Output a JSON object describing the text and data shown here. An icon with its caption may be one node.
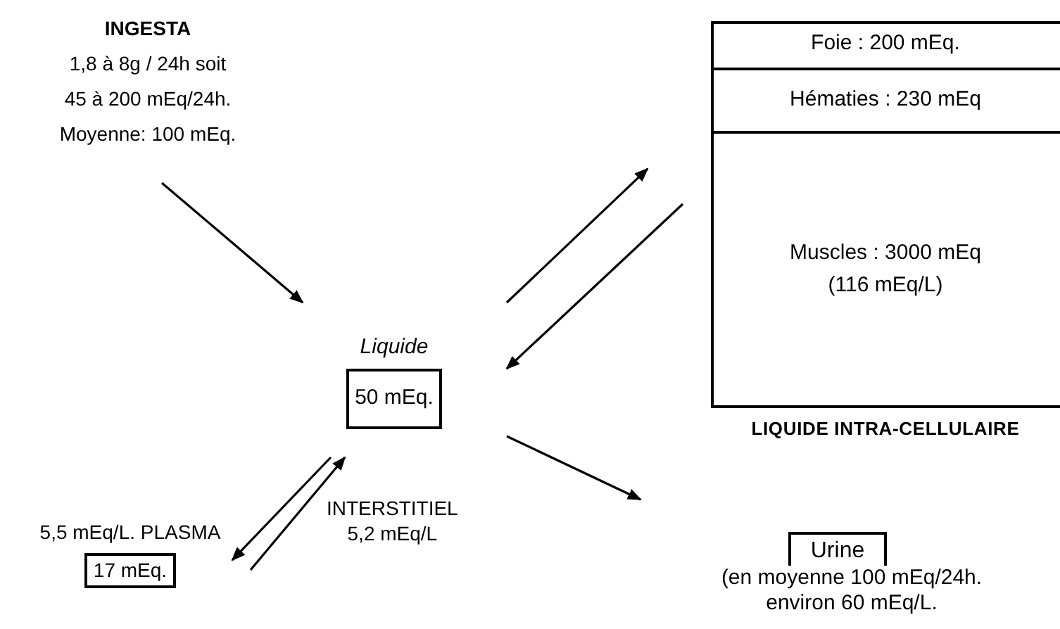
{
  "diagram": {
    "nodes": [
      {
        "text": [
          "INGESTA",
          "1,8 à 8g / 24h soit",
          "45 à 200 mEq/24h.",
          "Moyenne: 100 mEq."
        ]
      },
      {
        "text": [
          "Liquide",
          "50 mEq."
        ]
      },
      {
        "text": [
          "5,5 mEq/L. PLASMA",
          "17 mEq."
        ]
      },
      {
        "text": [
          "LIQUIDE INTRA-CELLULAIRE"
        ]
      },
      {
        "text": [
          "Foie : 200 mEq."
        ],
        "in": 3
      },
      {
        "text": [
          "Hématies : 230 mEq"
        ],
        "in": 3
      },
      {
        "text": [
          "Muscles : 3000 mEq",
          "(116 mEq/L)"
        ],
        "in": 3
      },
      {
        "text": [
          "Urine"
        ],
        "beside": [
          "(en moyenne 100 mEq/24h.",
          "environ 60 mEq/L."
        ]
      }
    ],
    "edges": [
      {
        "from": 0,
        "to": 1,
        "arrow": "to"
      },
      {
        "from": 1,
        "to": 3,
        "arrow": "to"
      },
      {
        "from": 3,
        "to": 1,
        "arrow": "to"
      },
      {
        "from": 1,
        "to": 2,
        "arrow": "to"
      },
      {
        "from": 2,
        "to": 1,
        "arrow": "to"
      },
      {
        "from": 1,
        "to": 7,
        "arrow": "to"
      }
    ],
    "labels": [
      "INTERSTITIEL",
      "5,2 mEq/L"
    ]
  }
}
